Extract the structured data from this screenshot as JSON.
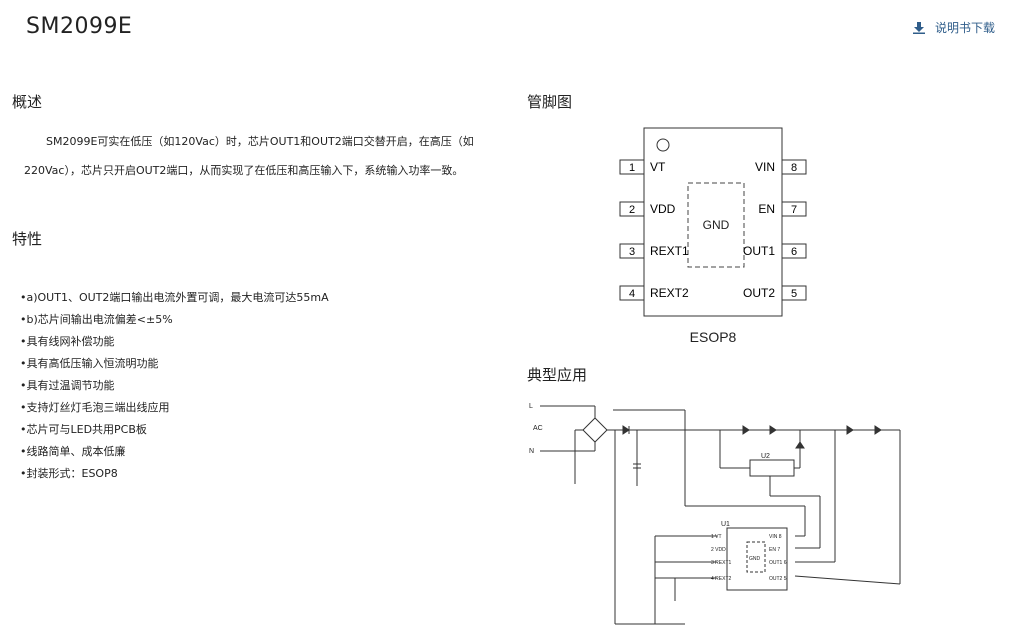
{
  "header": {
    "title": "SM2099E",
    "download_label": "说明书下载",
    "download_icon": "download-icon",
    "accent_color": "#2f5d8a"
  },
  "overview": {
    "title": "概述",
    "text": "SM2099E可实在低压（如120Vac）时，芯片OUT1和OUT2端口交替开启，在高压（如220Vac），芯片只开启OUT2端口，从而实现了在低压和高压输入下，系统输入功率一致。"
  },
  "features": {
    "title": "特性",
    "items": [
      "•a)OUT1、OUT2端口输出电流外置可调，最大电流可达55mA",
      "•b)芯片间输出电流偏差<±5%",
      "•具有线网补偿功能",
      "•具有高低压输入恒流明功能",
      "•具有过温调节功能",
      "•支持灯丝灯毛泡三端出线应用",
      "•芯片可与LED共用PCB板",
      "•线路简单、成本低廉",
      "•封装形式：ESOP8"
    ]
  },
  "pinout": {
    "title": "管脚图",
    "package": "ESOP8",
    "center_label": "GND",
    "left_pins": [
      {
        "num": "1",
        "name": "VT"
      },
      {
        "num": "2",
        "name": "VDD"
      },
      {
        "num": "3",
        "name": "REXT1"
      },
      {
        "num": "4",
        "name": "REXT2"
      }
    ],
    "right_pins": [
      {
        "num": "8",
        "name": "VIN"
      },
      {
        "num": "7",
        "name": "EN"
      },
      {
        "num": "6",
        "name": "OUT1"
      },
      {
        "num": "5",
        "name": "OUT2"
      }
    ]
  },
  "application": {
    "title": "典型应用",
    "labels": {
      "l": "L",
      "ac": "AC",
      "n": "N",
      "u1": "U1",
      "u2": "U2",
      "gnd": "GND",
      "pins_left": [
        "1 VT",
        "2 VDD",
        "3 REXT1",
        "4 REXT2"
      ],
      "pins_right": [
        "VIN 8",
        "EN 7",
        "OUT1 6",
        "OUT2 5"
      ]
    }
  }
}
